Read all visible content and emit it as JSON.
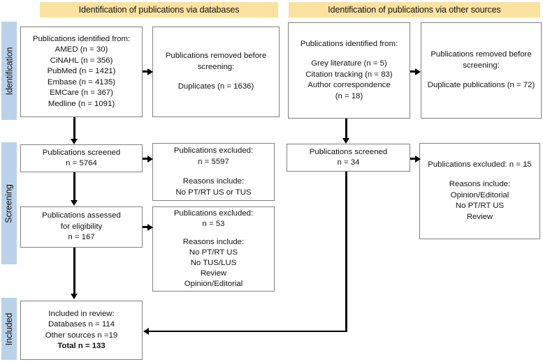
{
  "headers": {
    "databases": "Identification of publications via databases",
    "other_sources": "Identification of publications via other sources"
  },
  "stages": {
    "identification": "Identification",
    "screening": "Screening",
    "included": "Included"
  },
  "boxes": {
    "db_identified": {
      "lines": [
        "Publications identified from:",
        "AMED (n = 30)",
        "CiNAHL (n = 356)",
        "PubMed (n = 1421)",
        "Embase (n = 4135)",
        "EMCare (n = 367)",
        "Medline (n = 1091)"
      ]
    },
    "db_removed": {
      "lines": [
        "Publications removed before",
        "screening:",
        "",
        "Duplicates (n = 1636)"
      ]
    },
    "other_identified": {
      "lines": [
        "Publications identified from:",
        "",
        "Grey literature (n = 5)",
        "Citation tracking (n = 83)",
        "Author correspondence",
        "(n = 18)"
      ]
    },
    "other_removed": {
      "lines": [
        "Publications removed before",
        "screening:",
        "",
        "Duplicate publications (n = 72)"
      ]
    },
    "db_screened": {
      "lines": [
        "Publications screened",
        "n = 5764"
      ]
    },
    "db_excluded_1": {
      "lines": [
        "Publications excluded:",
        "n =  5597",
        "",
        "Reasons include:",
        "No PT/RT US or TUS"
      ]
    },
    "db_eligibility": {
      "lines": [
        "Publications assessed",
        "for eligibility",
        "n = 167"
      ]
    },
    "db_excluded_2": {
      "lines": [
        "Publications excluded:",
        "n =  53",
        "",
        "Reasons include:",
        "No PT/RT US",
        "No TUS/LUS",
        "Review",
        "Opinion/Editorial"
      ]
    },
    "other_screened": {
      "lines": [
        "Publications screened",
        "n = 34"
      ]
    },
    "other_excluded": {
      "lines": [
        "Publications excluded: n = 15",
        "",
        "Reasons include:",
        "Opinion/Editorial",
        "No PT/RT US",
        "Review"
      ]
    },
    "included_review": {
      "lines": [
        "Included in review:",
        "Databases n = 114",
        "Other sources n =19"
      ],
      "total": "Total n = 133"
    }
  },
  "colors": {
    "header_band": "#fbe2a0",
    "stage_band": "#b9d2ea",
    "box_border": "#808080",
    "connector": "#000000"
  }
}
